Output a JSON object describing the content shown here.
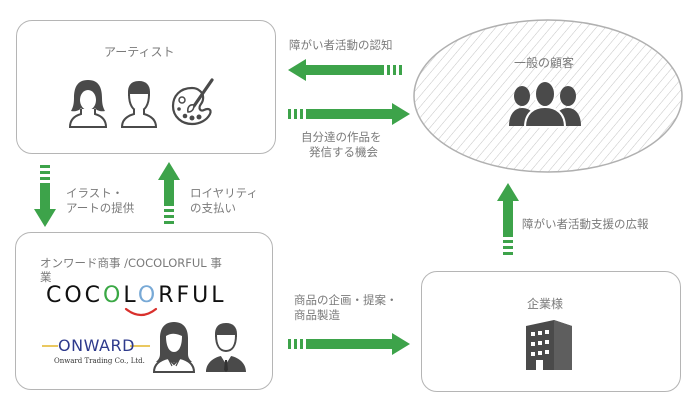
{
  "colors": {
    "arrow_green": "#3da34a",
    "box_border": "#b5b5b5",
    "icon_dark": "#4a4a4a",
    "text_gray": "#7a7a7a",
    "coco_green": "#3aa845",
    "coco_blue": "#78a9d6",
    "coco_red": "#d9302c",
    "onward_blue": "#2e3a8c",
    "onward_gold": "#e3b52b"
  },
  "nodes": {
    "artist": {
      "title": "アーティスト",
      "icons": [
        "female-user-icon",
        "male-user-icon",
        "paint-palette-icon"
      ]
    },
    "customers": {
      "title": "一般の顧客",
      "icons": [
        "group-users-icon"
      ]
    },
    "onward": {
      "title_line1": "オンワード商事 /COCOLORFUL 事",
      "title_line2": "業",
      "logo_cocolorful": {
        "c1": "COC",
        "o_green": "O",
        "l": "L",
        "o_blue": "O",
        "rest": "RFUL"
      },
      "logo_onward": "ONWARD",
      "logo_onward_sub": "Onward Trading Co., Ltd.",
      "icons": [
        "businesswoman-icon",
        "businessman-icon"
      ]
    },
    "company": {
      "title": "企業様",
      "icons": [
        "office-building-icon"
      ]
    }
  },
  "edges": {
    "awareness": {
      "label": "障がい者活動の認知",
      "from": "customers",
      "to": "artist"
    },
    "opportunity": {
      "label_line1": "自分達の作品を",
      "label_line2": "発信する機会",
      "from": "artist",
      "to": "customers"
    },
    "illustration": {
      "label_line1": "イラスト・",
      "label_line2": "アートの提供",
      "from": "artist",
      "to": "onward"
    },
    "royalty": {
      "label_line1": "ロイヤリティ",
      "label_line2": "の支払い",
      "from": "onward",
      "to": "artist"
    },
    "product": {
      "label_line1": "商品の企画・提案・",
      "label_line2": "商品製造",
      "from": "onward",
      "to": "company"
    },
    "pr": {
      "label": "障がい者活動支援の広報",
      "from": "company",
      "to": "customers"
    }
  }
}
